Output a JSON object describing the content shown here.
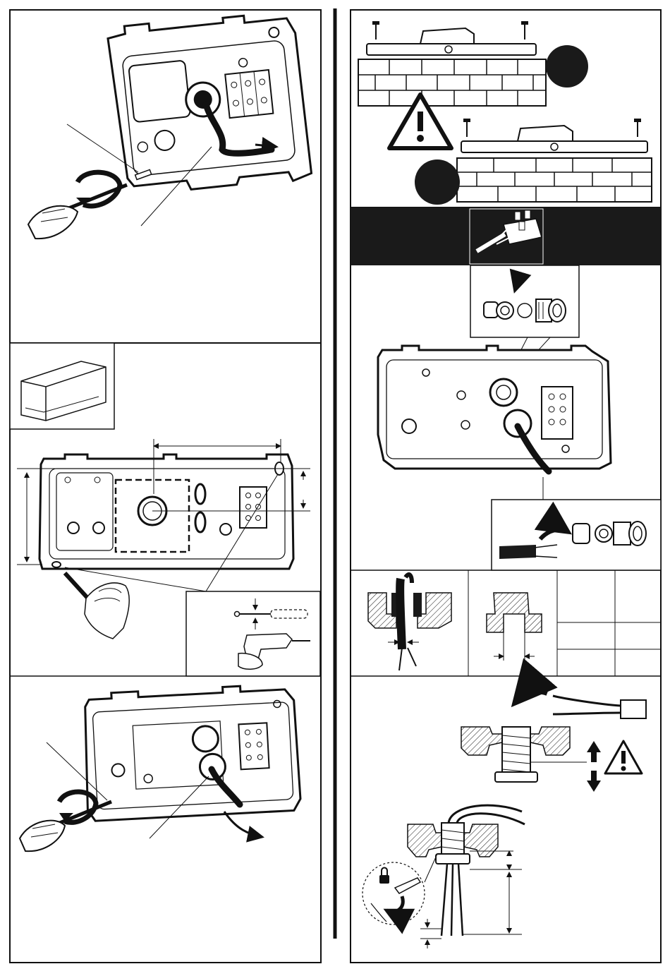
{
  "page": {
    "title": "",
    "colors": {
      "ink": "#111111",
      "paper": "#ffffff",
      "band": "#1a1a1a",
      "light_grey": "#d8d8d8"
    }
  },
  "panels": [
    {
      "id": "remove-cover",
      "icon": "screwdriver-icon"
    },
    {
      "id": "box-inset",
      "icon": "box-icon"
    },
    {
      "id": "drill-template",
      "icon": "drill-icon"
    },
    {
      "id": "refit-cover",
      "icon": "screwdriver-icon"
    },
    {
      "id": "wall-mounting",
      "icon": "warning-icon"
    },
    {
      "id": "wiring-band",
      "icon": "terminal-block-icon"
    },
    {
      "id": "cable-gland",
      "icon": "gland-icon"
    },
    {
      "id": "gland-table",
      "icon": "table-icon"
    },
    {
      "id": "cable-insertion",
      "icon": "warning-icon"
    }
  ]
}
